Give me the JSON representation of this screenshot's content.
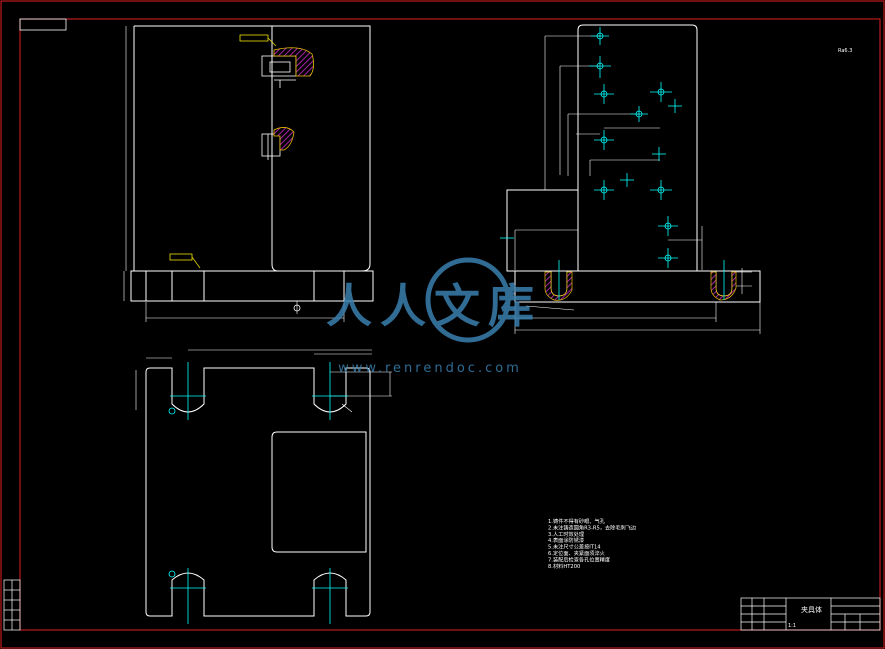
{
  "drawing": {
    "title_block": {
      "name": "夹具体",
      "scale": "1:1"
    },
    "tech_requirements": [
      "1.铸件不得有砂眼、气孔",
      "2.未注铸造圆角R3-R5，去除毛刺飞边",
      "3.人工时效处理",
      "4.表面涂防锈漆",
      "5.未注尺寸公差按IT14",
      "6.定位面、夹紧面须淬火",
      "7.装配后检查各孔位置精度",
      "8.材料HT200"
    ],
    "roughness_note": "Ra6.3"
  },
  "watermark": {
    "brand": "人人文库",
    "url": "www.renrendoc.com"
  },
  "colors": {
    "background": "#000000",
    "outline": "#ffffff",
    "frame": "#e02020",
    "centerline": "#00ffff",
    "hatch": "#d02bd0",
    "hatch_edge": "#f0c000",
    "watermark": "#3a7fb0"
  }
}
